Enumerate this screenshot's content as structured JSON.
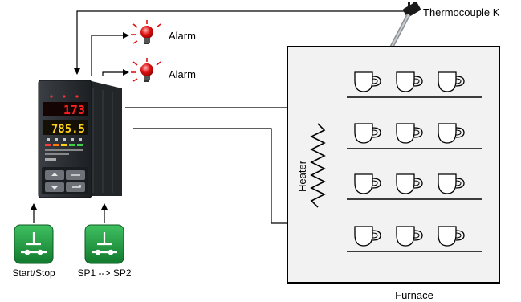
{
  "labels": {
    "thermocouple": "Thermocouple K",
    "alarm1": "Alarm",
    "alarm2": "Alarm",
    "heater": "Heater",
    "start_stop": "Start/Stop",
    "sp_switch": "SP1 --> SP2",
    "furnace": "Furnace"
  },
  "controller": {
    "pv_display": "173",
    "sv_display": "785.5"
  },
  "furnace": {
    "shelves": 4,
    "cups_per_shelf": 3
  },
  "colors": {
    "pv": "#ff2020",
    "sv": "#ffd21a",
    "button_green": "#1f9a3e",
    "bulb_red": "#e01010",
    "furnace_fill": "#f2f2f2"
  },
  "icons": {
    "alarm": "light-bulb-icon",
    "switch": "push-switch-icon",
    "sensor": "thermocouple-probe-icon",
    "cup": "cup-icon"
  }
}
